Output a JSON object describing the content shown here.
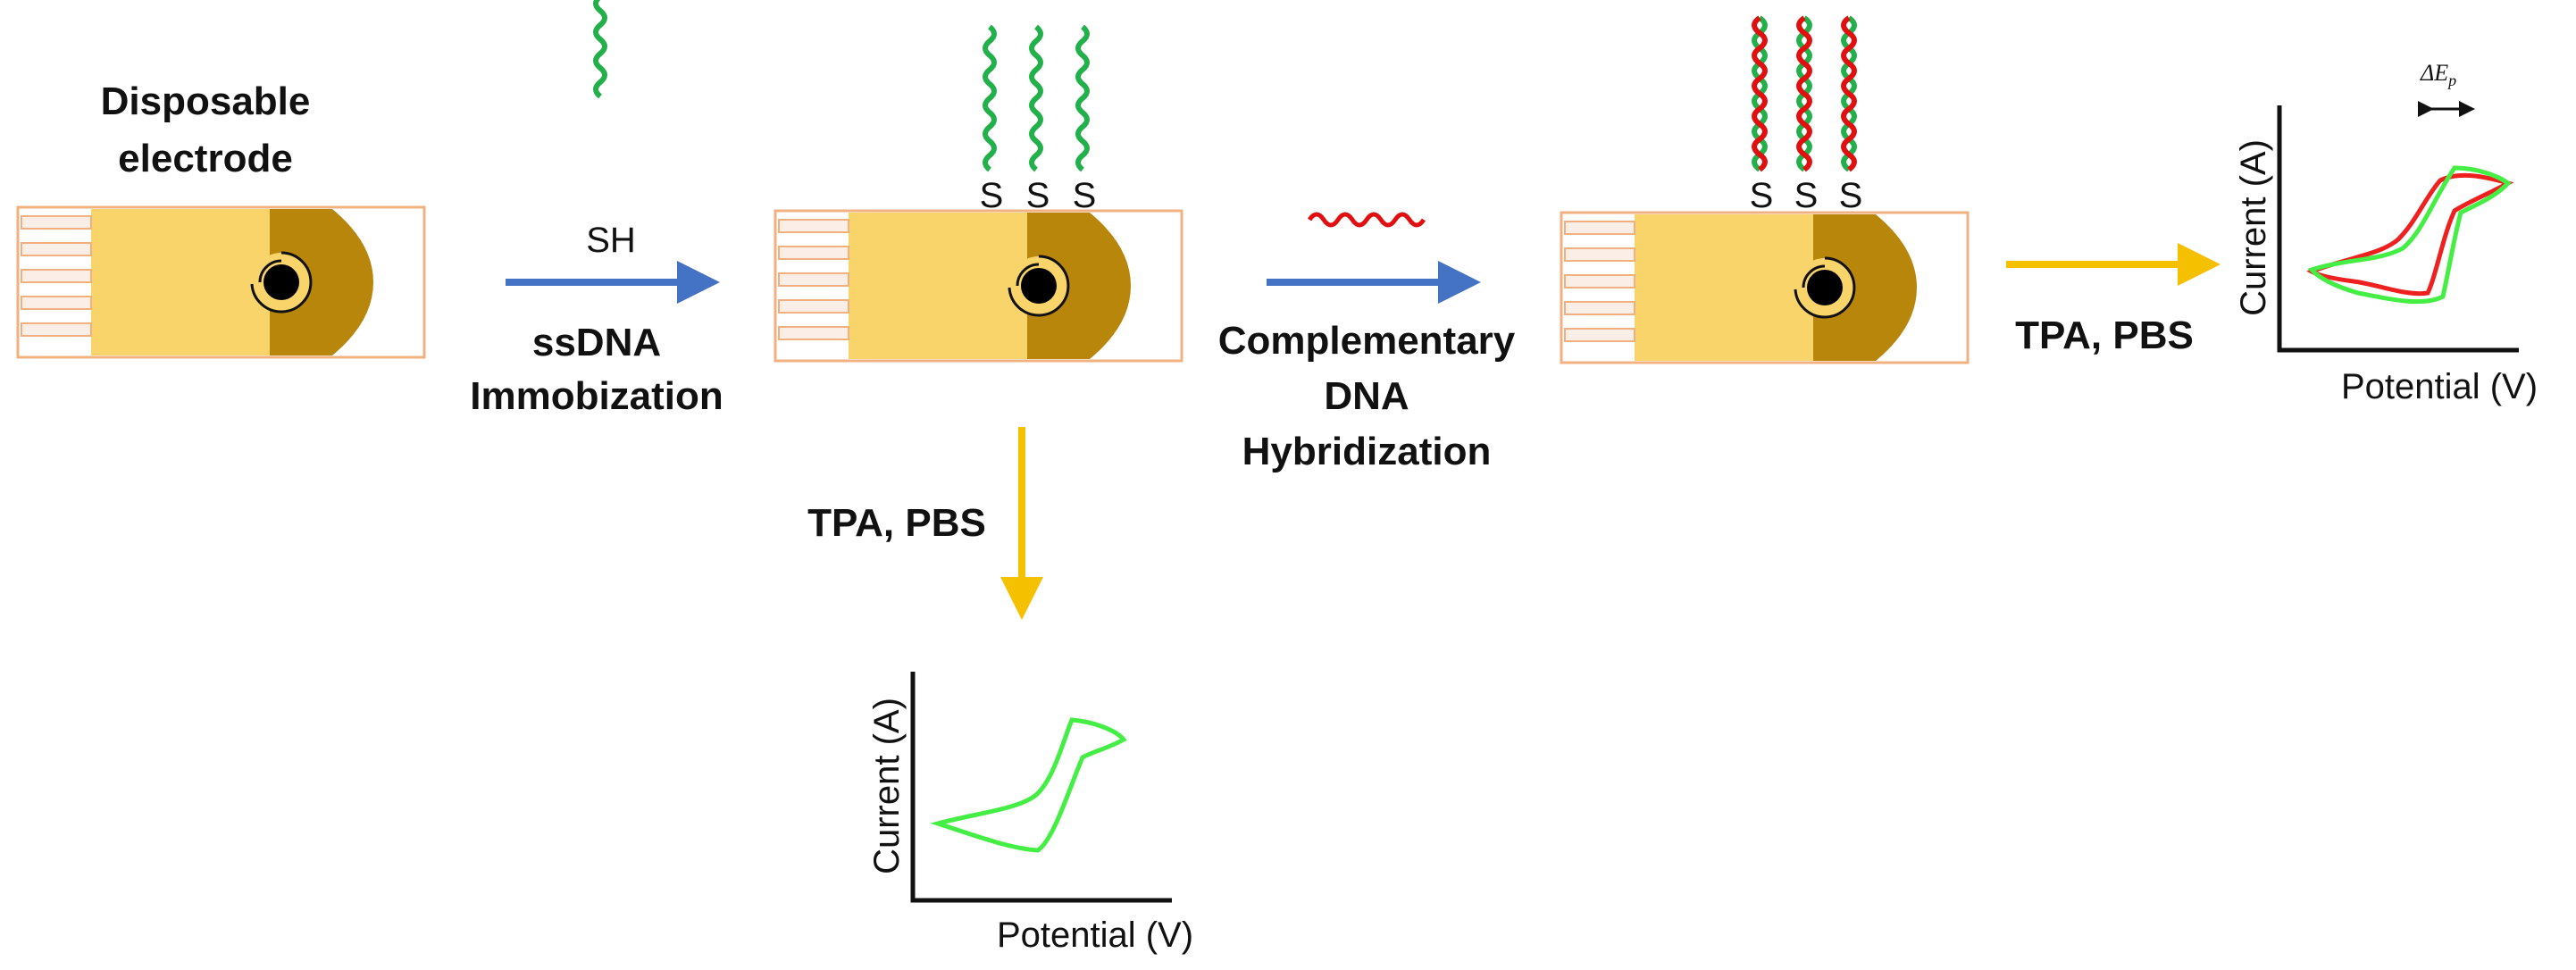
{
  "labels": {
    "electrode_title_line1": "Disposable",
    "electrode_title_line2": "electrode",
    "thiol": "SH",
    "step1_line1": "ssDNA",
    "step1_line2": "Immobization",
    "step2_line1": "Complementary",
    "step2_line2": "DNA",
    "step2_line3": "Hybridization",
    "measure_right": "TPA, PBS",
    "measure_down": "TPA, PBS",
    "sulfur": "S",
    "delta_ep": "ΔE",
    "delta_ep_sub": "p"
  },
  "plots": {
    "right": {
      "ylabel": "Current (A)",
      "xlabel": "Potential (V)"
    },
    "bottom": {
      "ylabel": "Current (A)",
      "xlabel": "Potential (V)"
    }
  },
  "colors": {
    "electrode_border": "#f0b080",
    "electrode_body": "#f8d46a",
    "electrode_tab": "#b8860b",
    "arrow_blue": "#4472c4",
    "arrow_yellow": "#f5c000",
    "ssdna_green": "#22b04a",
    "target_red": "#e01010",
    "cv_green": "#44ee44",
    "cv_red": "#ee2020"
  }
}
